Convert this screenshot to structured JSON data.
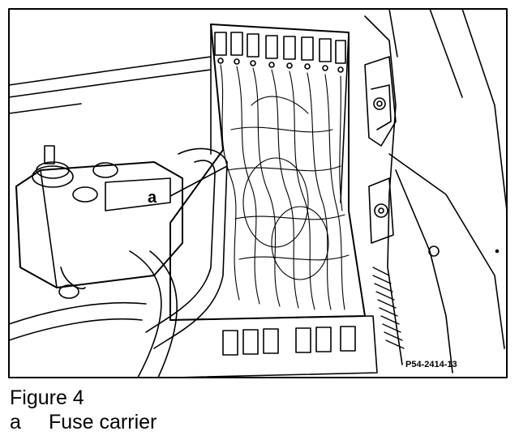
{
  "figure": {
    "callout_letter": "a",
    "reference_code": "P54-2414-13"
  },
  "caption": {
    "title": "Figure 4",
    "legend": [
      {
        "key": "a",
        "text": "Fuse carrier"
      }
    ]
  }
}
